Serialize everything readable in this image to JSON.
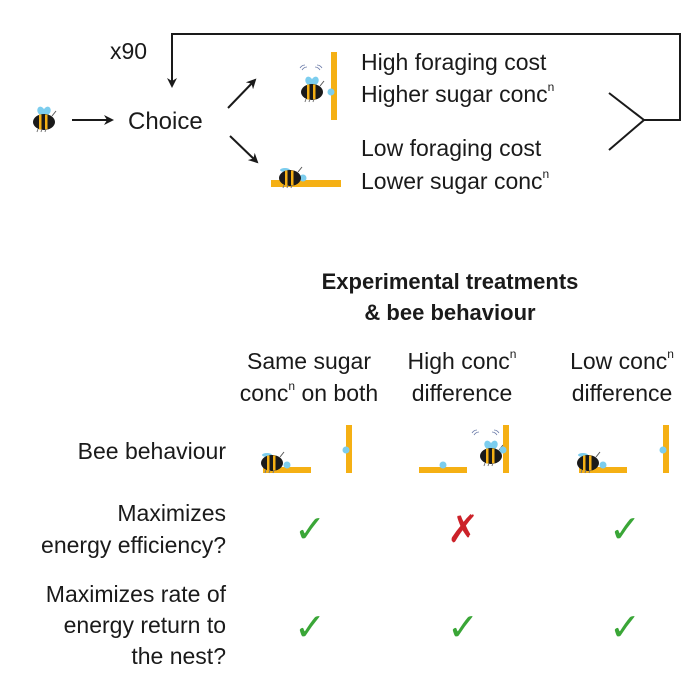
{
  "colors": {
    "bar": "#f5b014",
    "nectar": "#7ccdee",
    "check": "#3aa637",
    "cross": "#cc2229",
    "line": "#1a1a1a"
  },
  "top": {
    "repeat_label": "x90",
    "choice_label": "Choice",
    "option_high": {
      "line1": "High foraging cost",
      "line2": "Higher sugar conc",
      "sup": "n"
    },
    "option_low": {
      "line1": "Low foraging cost",
      "line2": "Lower sugar conc",
      "sup": "n"
    }
  },
  "table": {
    "title_line1": "Experimental treatments",
    "title_line2": "& bee behaviour",
    "columns": [
      {
        "line1": "Same sugar",
        "line2a": "conc",
        "sup": "n",
        "line2b": " on both"
      },
      {
        "line1a": "High conc",
        "sup": "n",
        "line2": "difference"
      },
      {
        "line1a": "Low conc",
        "sup": "n",
        "line2": "difference"
      }
    ],
    "rows": [
      {
        "label": [
          "Bee behaviour"
        ],
        "values": [
          "low-cost",
          "high-cost",
          "low-cost"
        ]
      },
      {
        "label": [
          "Maximizes",
          "energy efficiency?"
        ],
        "values": [
          "✓",
          "✗",
          "✓"
        ]
      },
      {
        "label": [
          "Maximizes rate of",
          "energy return to",
          "the nest?"
        ],
        "values": [
          "✓",
          "✓",
          "✓"
        ]
      }
    ]
  }
}
